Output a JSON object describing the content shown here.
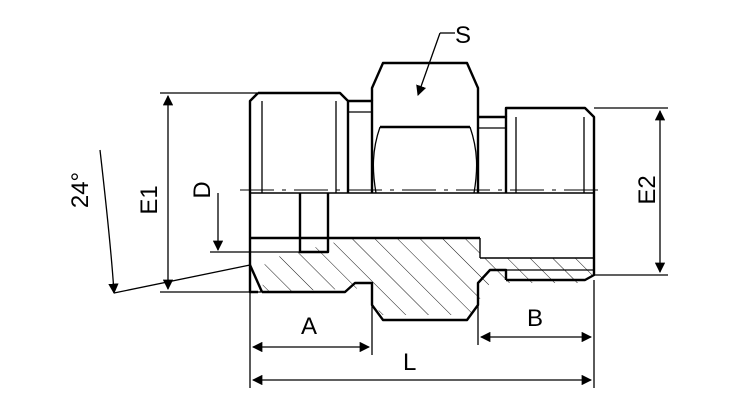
{
  "drawing": {
    "labels": {
      "S": "S",
      "E1": "E1",
      "E2": "E2",
      "D": "D",
      "A": "A",
      "B": "B",
      "L": "L",
      "angle": "24°"
    },
    "line_color": "#000000",
    "background": "#ffffff"
  }
}
